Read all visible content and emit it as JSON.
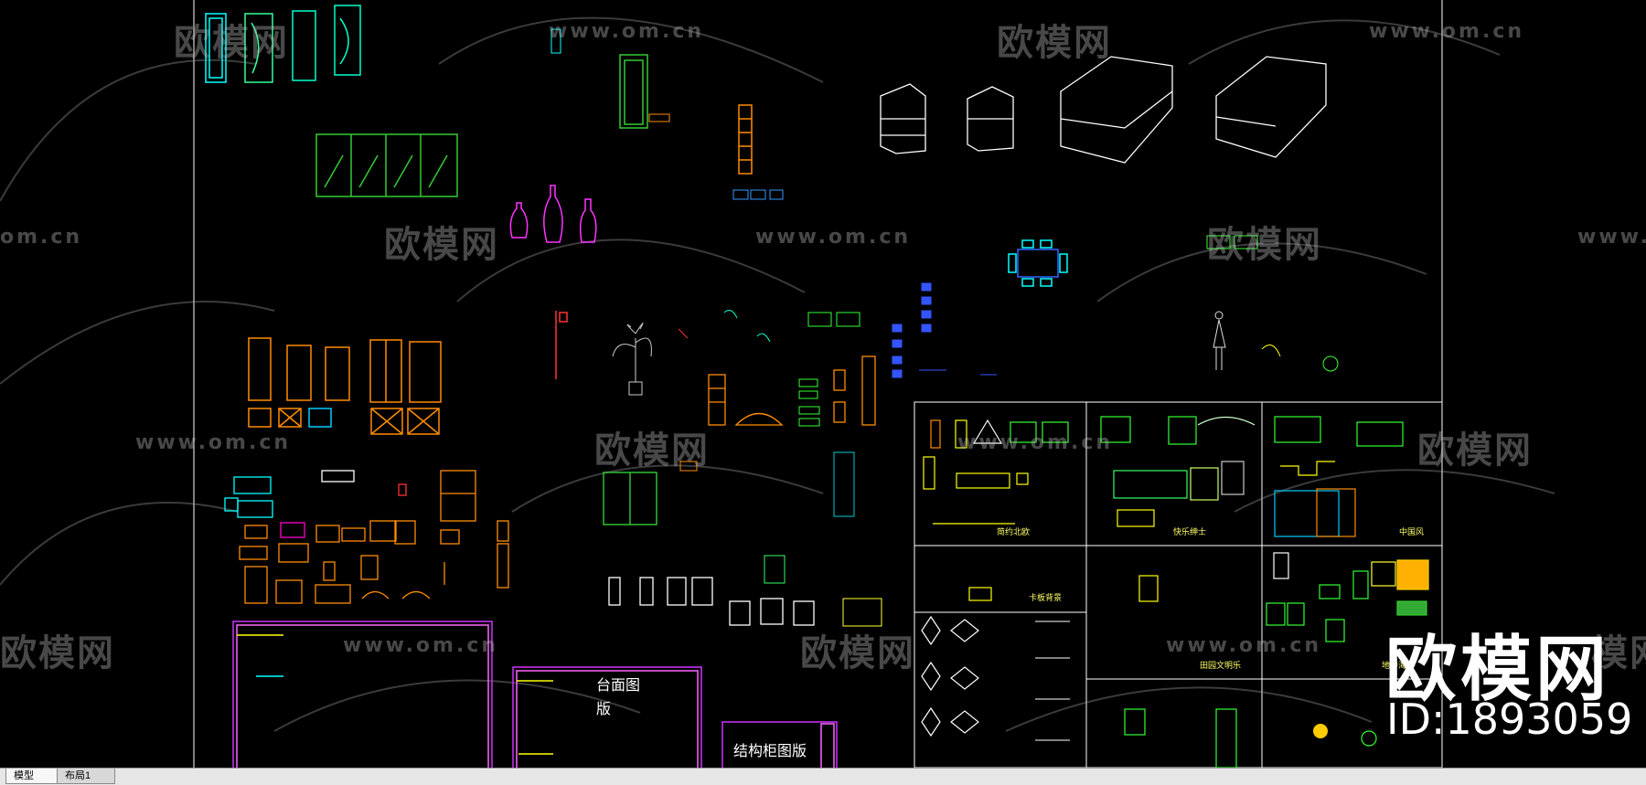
{
  "watermark": {
    "logo_text": "欧模网",
    "url_text": "www.om.cn",
    "url_partial": "om.cn",
    "logo_partial": "模网"
  },
  "brand": {
    "name": "欧模网",
    "id_label": "ID:1893059"
  },
  "cad_titles": {
    "countertop": "台面图\n版",
    "countertop_line1": "台面图",
    "countertop_line2": "版",
    "structure_cabinet": "结构柜图版"
  },
  "cad_labels": {
    "panel_a": "简约北欧",
    "panel_b": "快乐绅士",
    "panel_c": "中国风",
    "panel_d": "卡板背景",
    "panel_e": "田园文明乐",
    "panel_f": "地中海"
  },
  "tabs": [
    {
      "label": "模型"
    },
    {
      "label": "布局1"
    }
  ],
  "colors": {
    "background": "#000000",
    "frame": "#ffffff",
    "orange": "#ff8c00",
    "green": "#33cc33",
    "yellow": "#ffff00",
    "cyan": "#00ffff",
    "magenta": "#ff00ff",
    "blue": "#3355ff",
    "purple": "#cc33ff"
  }
}
